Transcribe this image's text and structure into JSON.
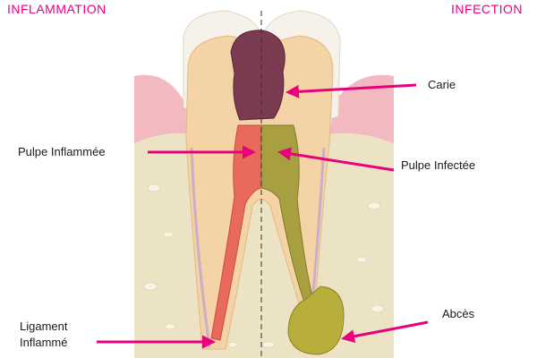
{
  "headers": {
    "left": "INFLAMMATION",
    "right": "INFECTION"
  },
  "labels": {
    "carie": "Carie",
    "pulpe_inflammee": "Pulpe Inflammée",
    "pulpe_infectee": "Pulpe Infectée",
    "ligament_line1": "Ligament",
    "ligament_line2": "Inflammé",
    "abces": "Abcès"
  },
  "colors": {
    "accent": "#e6007e",
    "arrow": "#e8007d",
    "caries": "#7a3a50",
    "pulp_inflamed": "#e86a5c",
    "pulp_infected": "#a8a040",
    "gum": "#f2b9c0",
    "bone": "#ece2c4",
    "dentin": "#f4d3a6",
    "enamel": "#f6f2ea"
  }
}
